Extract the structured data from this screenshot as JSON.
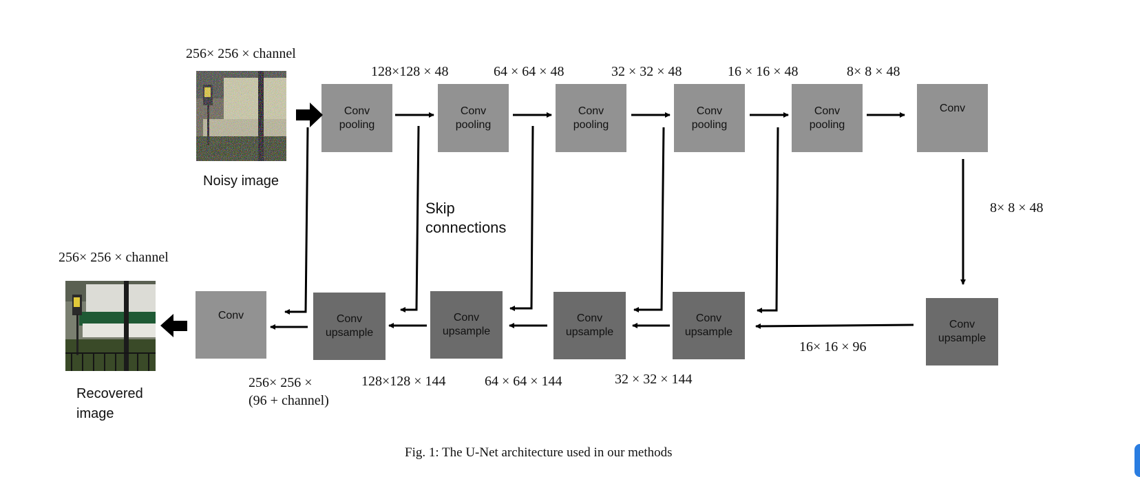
{
  "figure": {
    "caption": "Fig. 1: The U-Net architecture used in our methods"
  },
  "input": {
    "size_label": "256× 256 × channel",
    "caption": "Noisy image",
    "image_desc_icon": "noisy-image"
  },
  "output": {
    "size_label": "256× 256 × channel",
    "caption_line1": "Recovered",
    "caption_line2": "image",
    "image_desc_icon": "recovered-image"
  },
  "encoder": {
    "blocks": [
      {
        "line1": "Conv",
        "line2": "pooling"
      },
      {
        "line1": "Conv",
        "line2": "pooling"
      },
      {
        "line1": "Conv",
        "line2": "pooling"
      },
      {
        "line1": "Conv",
        "line2": "pooling"
      },
      {
        "line1": "Conv",
        "line2": "pooling"
      },
      {
        "line1": "Conv"
      }
    ],
    "dims": [
      "128×128 × 48",
      "64 × 64 × 48",
      "32 × 32 × 48",
      "16 × 16 × 48",
      "8× 8 × 48"
    ]
  },
  "bottleneck": {
    "dim": "8× 8 × 48"
  },
  "decoder": {
    "blocks": [
      {
        "line1": "Conv",
        "line2": "upsample"
      },
      {
        "line1": "Conv",
        "line2": "upsample"
      },
      {
        "line1": "Conv",
        "line2": "upsample"
      },
      {
        "line1": "Conv",
        "line2": "upsample"
      },
      {
        "line1": "Conv",
        "line2": "upsample"
      }
    ],
    "final_conv": "Conv",
    "dims": {
      "d16": "16× 16 × 96",
      "d32": "32 × 32 × 144",
      "d64": "64 × 64 ×  144",
      "d128": "128×128 × 144",
      "d256_line1": "256× 256 ×",
      "d256_line2": "(96 + channel)"
    }
  },
  "skip": {
    "line1": "Skip",
    "line2": "connections"
  },
  "colors": {
    "encoder_block": "#929292",
    "decoder_block": "#6b6b6b",
    "arrow": "#000000"
  }
}
